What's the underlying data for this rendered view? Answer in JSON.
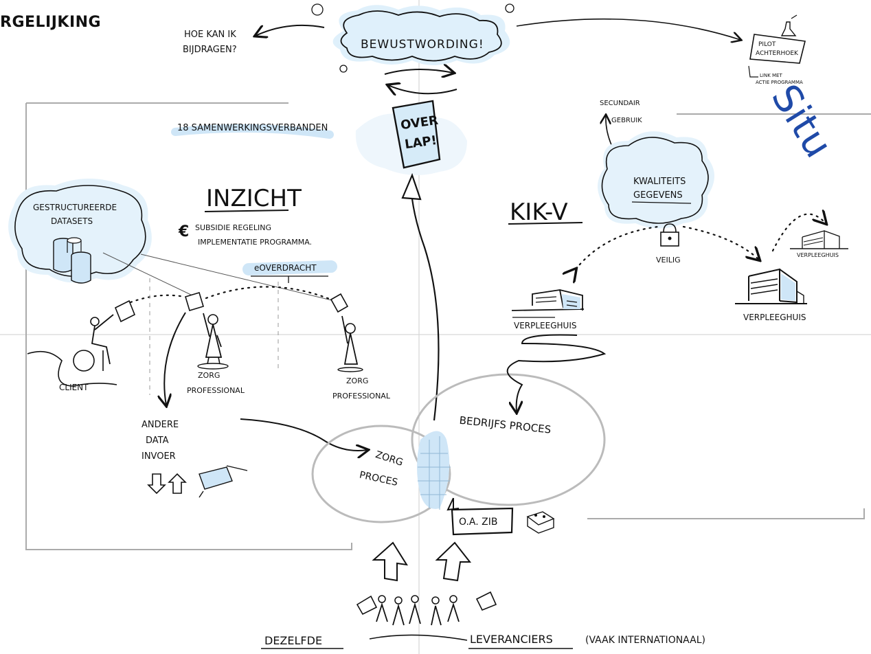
{
  "header": {
    "title_fragment": "RGELIJKING"
  },
  "corner_text": "Situ",
  "labels": {
    "hoe_kan_ik_1": "HOE KAN IK",
    "hoe_kan_ik_2": "BIJDRAGEN?",
    "bewustwording": "BEWUSTWORDING!",
    "pilot_1": "PILOT",
    "pilot_2": "ACHTERHOEK",
    "link_1": "LINK MET",
    "link_2": "ACTIE PROGRAMMA",
    "samenwerkingsverbanden": "18 SAMENWERKINGSVERBANDEN",
    "overlap_1": "OVER",
    "overlap_2": "LAP!",
    "secundair_1": "SECUNDAIR",
    "secundair_2": "GEBRUIK",
    "kwaliteits_1": "KWALITEITS",
    "kwaliteits_2": "GEGEVENS",
    "gestructureerde_1": "GESTRUCTUREERDE",
    "gestructureerde_2": "DATASETS",
    "inzicht": "INZICHT",
    "subsidie_1": "SUBSIDIE REGELING",
    "subsidie_2": "IMPLEMENTATIE PROGRAMMA.",
    "euro": "€",
    "eoverdracht": "eOVERDRACHT",
    "kikv": "KIK-V",
    "veilig": "VEILIG",
    "verpleeghuis_small": "VERPLEEGHUIS",
    "verpleeghuis_left": "VERPLEEGHUIS",
    "verpleeghuis_right": "VERPLEEGHUIS",
    "client": "CLIENT",
    "zorg_prof_1a": "ZORG",
    "zorg_prof_1b": "PROFESSIONAL",
    "zorg_prof_2a": "ZORG",
    "zorg_prof_2b": "PROFESSIONAL",
    "andere_1": "ANDERE",
    "andere_2": "DATA",
    "andere_3": "INVOER",
    "bedrijfs_proces": "BEDRIJFS PROCES",
    "zorg_proces_1": "ZORG",
    "zorg_proces_2": "PROCES",
    "oa_zib": "O.A. ZIB",
    "dezelfde": "DEZELFDE",
    "leveranciers": "LEVERANCIERS",
    "vaak_internationaal": "(VAAK INTERNATIONAAL)"
  },
  "colors": {
    "ink": "#111111",
    "highlight": "#cfe6f7",
    "accent": "#1f4aa8",
    "grid": "#c8c8c8"
  },
  "icons": [
    "database-icon",
    "nursing-home-icon",
    "lock-icon",
    "flask-icon",
    "lego-brick-icon",
    "document-icon",
    "person-icon",
    "wheelchair-icon",
    "arrow-icon"
  ]
}
